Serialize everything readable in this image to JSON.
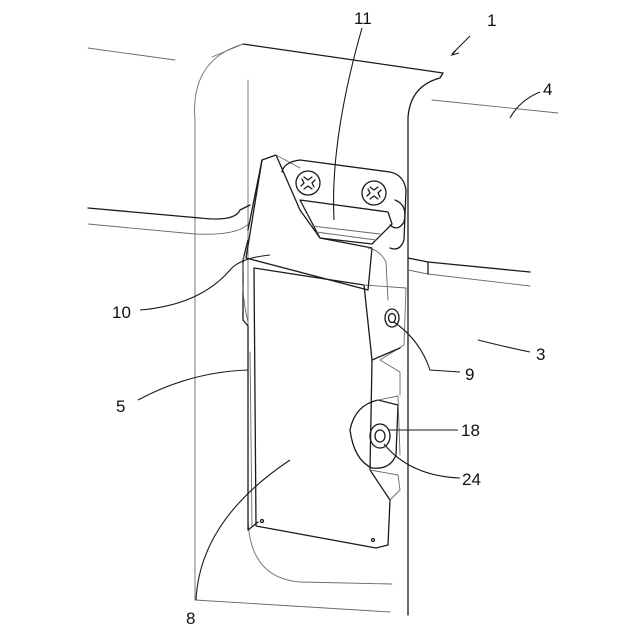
{
  "labels": {
    "l1": "1",
    "l11": "11",
    "l4": "4",
    "l10": "10",
    "l9": "9",
    "l3": "3",
    "l5": "5",
    "l18": "18",
    "l24": "24",
    "l8": "8"
  },
  "colors": {
    "line": "#1a1a1a",
    "thin": "#6a6a6a",
    "background": "#ffffff"
  }
}
